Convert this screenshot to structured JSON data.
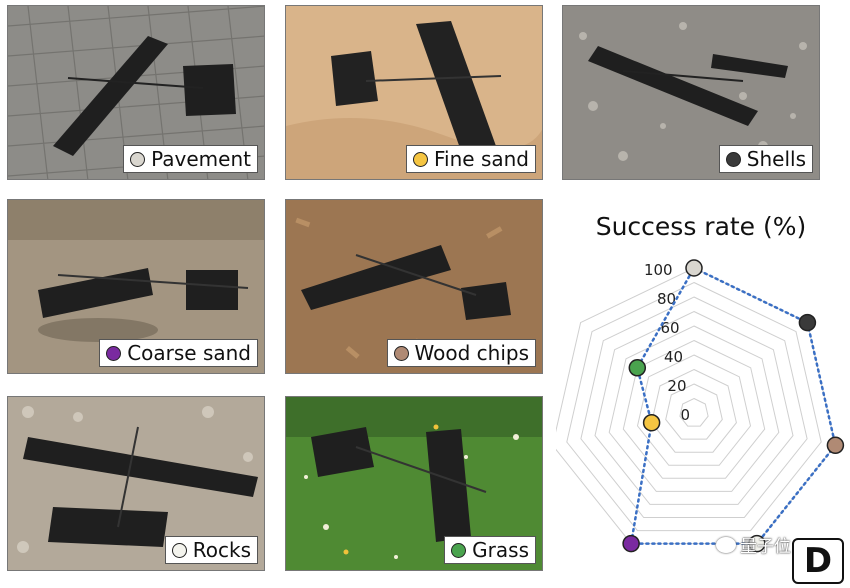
{
  "panels": [
    {
      "id": "pavement",
      "label": "Pavement",
      "dot_color": "#d9d6cf",
      "bg": "#8d8c88"
    },
    {
      "id": "fine-sand",
      "label": "Fine sand",
      "dot_color": "#f5c542",
      "bg": "#d9b48a"
    },
    {
      "id": "shells",
      "label": "Shells",
      "dot_color": "#3a3a3a",
      "bg": "#8f8c87"
    },
    {
      "id": "coarse-sand",
      "label": "Coarse sand",
      "dot_color": "#7a2aa0",
      "bg": "#a39581"
    },
    {
      "id": "wood-chips",
      "label": "Wood chips",
      "dot_color": "#b08a74",
      "bg": "#9c7652"
    },
    {
      "id": "rocks",
      "label": "Rocks",
      "dot_color": "#f4f4ee",
      "bg": "#b3a99a"
    },
    {
      "id": "grass",
      "label": "Grass",
      "dot_color": "#4aa34e",
      "bg": "#4f8a33"
    }
  ],
  "chart_data": {
    "type": "radar",
    "title": "Success rate (%)",
    "ticks": [
      "0",
      "20",
      "40",
      "60",
      "80",
      "100"
    ],
    "range": [
      0,
      100
    ],
    "series": [
      {
        "points": [
          {
            "category": "Pavement",
            "value": 100,
            "color": "#d9d6cf"
          },
          {
            "category": "Shells",
            "value": 100,
            "color": "#3a3a3a"
          },
          {
            "category": "Wood chips",
            "value": 100,
            "color": "#b08a74"
          },
          {
            "category": "Rocks",
            "value": 100,
            "color": "#f4f4ee"
          },
          {
            "category": "Coarse sand",
            "value": 100,
            "color": "#7a2aa0"
          },
          {
            "category": "Fine sand",
            "value": 30,
            "color": "#f5c542"
          },
          {
            "category": "Grass",
            "value": 50,
            "color": "#4aa34e"
          }
        ]
      }
    ],
    "line_color": "#3a6fc4",
    "grid": true
  },
  "panel_letter": "D",
  "watermark": "量子位"
}
